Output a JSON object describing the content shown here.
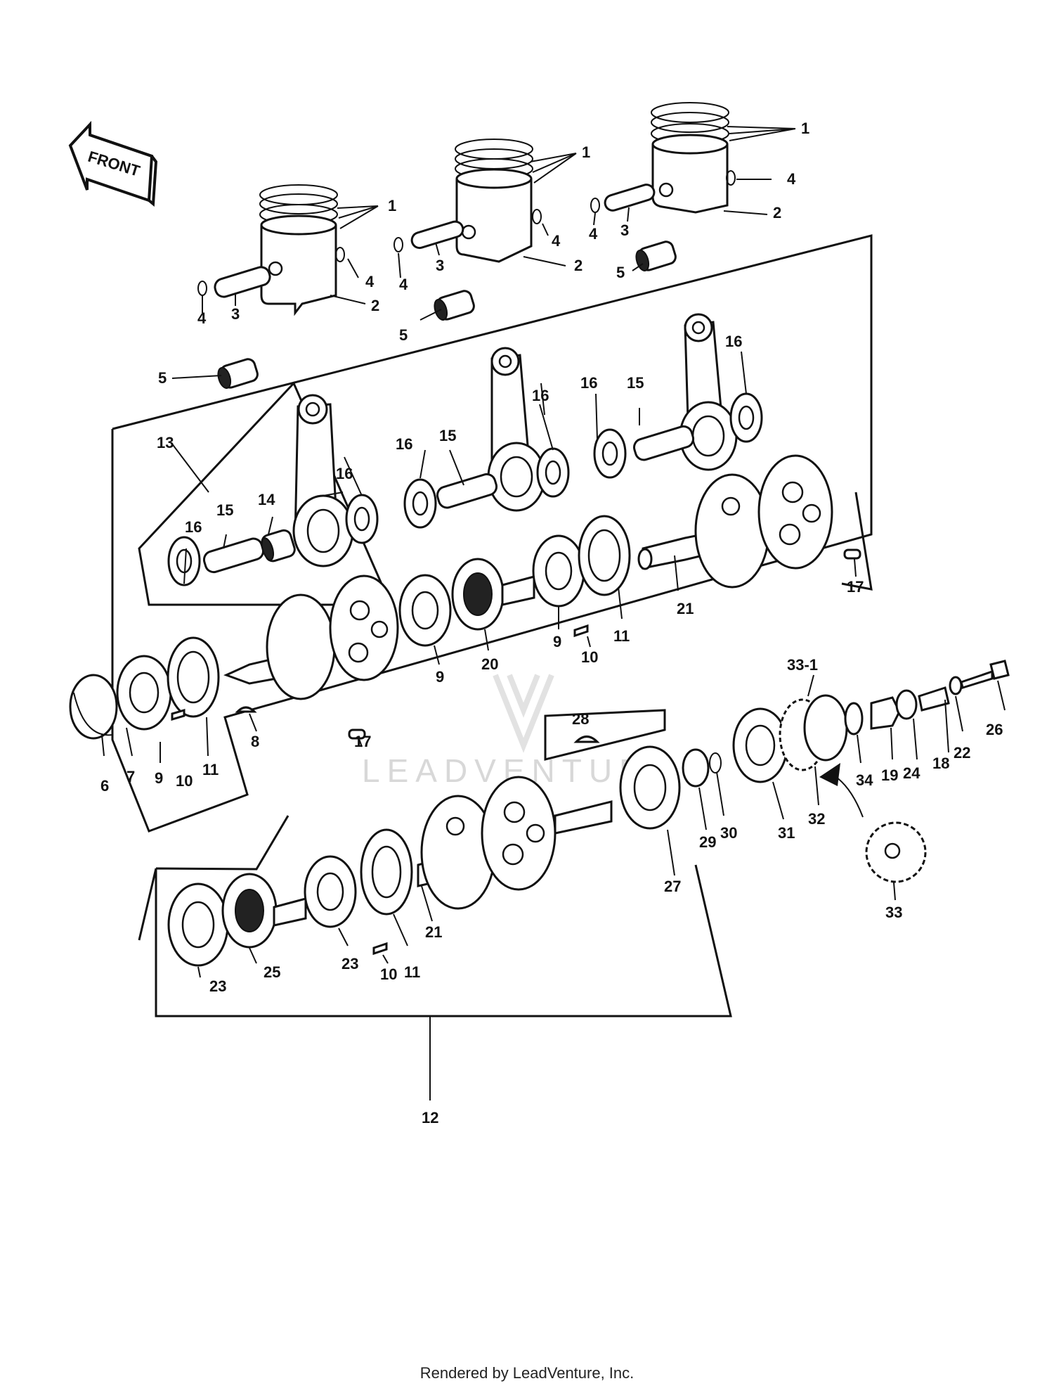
{
  "direction_label": "FRONT",
  "watermark": "LEADVENTURE",
  "footer": "Rendered by LeadVenture, Inc.",
  "callouts": {
    "c1a": "1",
    "c1b": "1",
    "c1c": "1",
    "c2a": "2",
    "c2b": "2",
    "c2c": "2",
    "c3a": "3",
    "c3b": "3",
    "c3c": "3",
    "c4a": "4",
    "c4b": "4",
    "c4c": "4",
    "c4d": "4",
    "c4e": "4",
    "c4f": "4",
    "c5a": "5",
    "c5b": "5",
    "c5c": "5",
    "c6": "6",
    "c7": "7",
    "c8": "8",
    "c9a": "9",
    "c9b": "9",
    "c9c": "9",
    "c10a": "10",
    "c10b": "10",
    "c10c": "10",
    "c11a": "11",
    "c11b": "11",
    "c11c": "11",
    "c12": "12",
    "c13": "13",
    "c14": "14",
    "c15a": "15",
    "c15b": "15",
    "c15c": "15",
    "c16a": "16",
    "c16b": "16",
    "c16c": "16",
    "c16d": "16",
    "c16e": "16",
    "c16f": "16",
    "c17a": "17",
    "c17b": "17",
    "c18": "18",
    "c19": "19",
    "c20": "20",
    "c21a": "21",
    "c21b": "21",
    "c22": "22",
    "c23a": "23",
    "c23b": "23",
    "c24": "24",
    "c25": "25",
    "c26": "26",
    "c27": "27",
    "c28": "28",
    "c29": "29",
    "c30": "30",
    "c31": "31",
    "c32": "32",
    "c33": "33",
    "c33_1": "33-1",
    "c34": "34"
  }
}
